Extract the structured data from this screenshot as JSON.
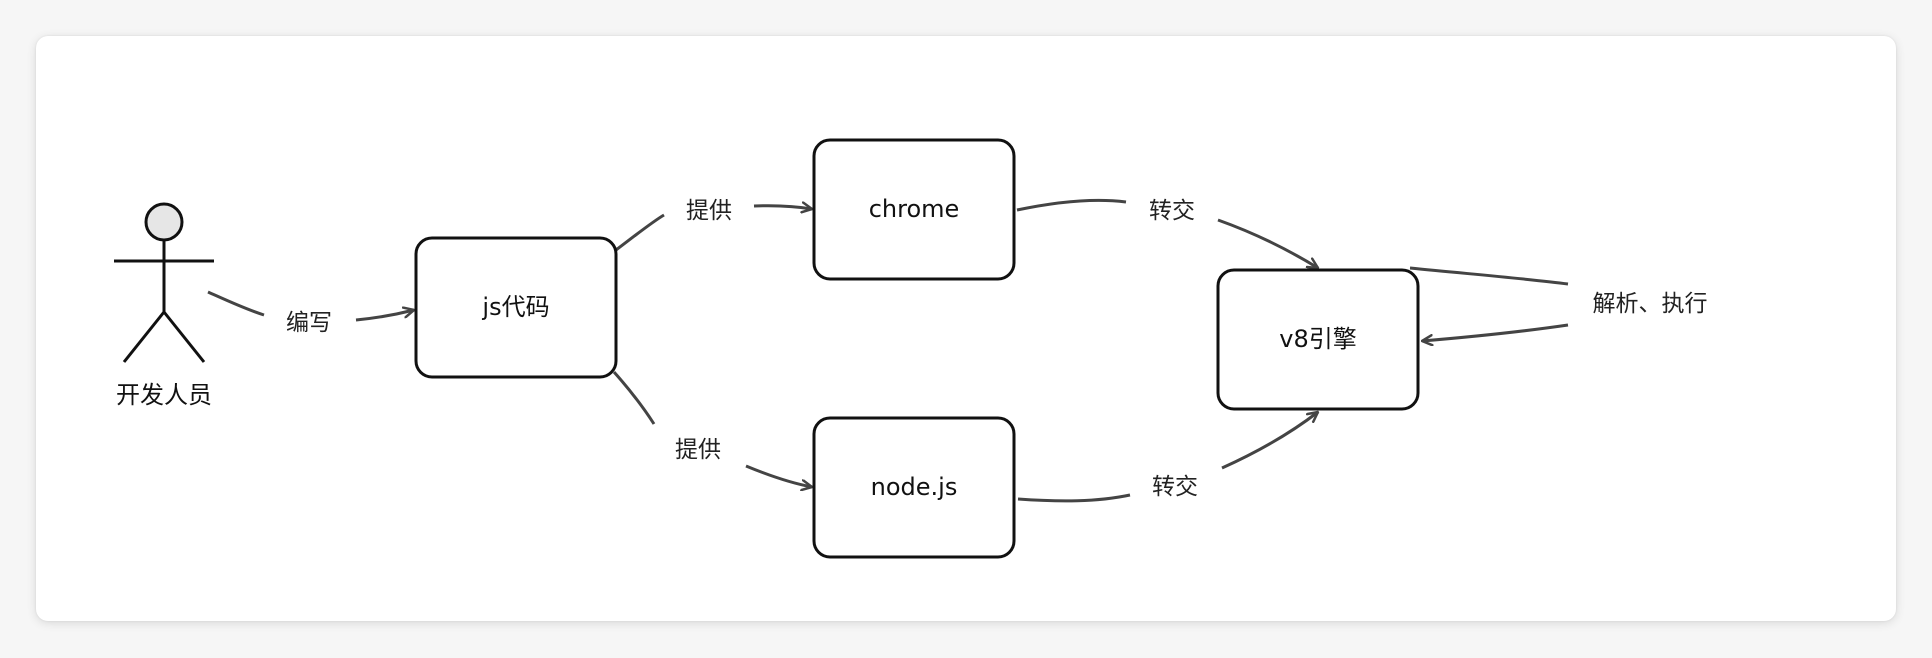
{
  "diagram": {
    "actor": {
      "label": "开发人员"
    },
    "nodes": {
      "jscode": "js代码",
      "chrome": "chrome",
      "nodejs": "node.js",
      "v8": "v8引擎"
    },
    "edges": {
      "write": "编写",
      "provide_chrome": "提供",
      "provide_node": "提供",
      "handoff_chrome": "转交",
      "handoff_node": "转交",
      "parse_execute": "解析、执行"
    }
  }
}
